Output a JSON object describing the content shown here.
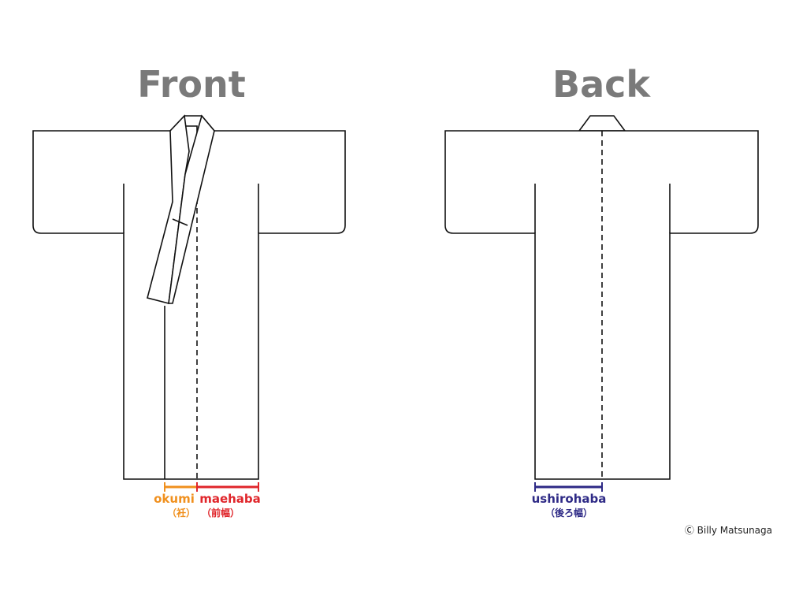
{
  "front": {
    "title": "Front",
    "measures": {
      "okumi": {
        "label": "okumi",
        "sub": "（衽）",
        "color": "#f0901e"
      },
      "maehaba": {
        "label": "maehaba",
        "sub": "（前幅）",
        "color": "#e0262b"
      }
    }
  },
  "back": {
    "title": "Back",
    "measures": {
      "ushirohaba": {
        "label": "ushirohaba",
        "sub": "（後ろ幅）",
        "color": "#2e2a86"
      }
    }
  },
  "credit": "Ⓒ Billy Matsunaga"
}
